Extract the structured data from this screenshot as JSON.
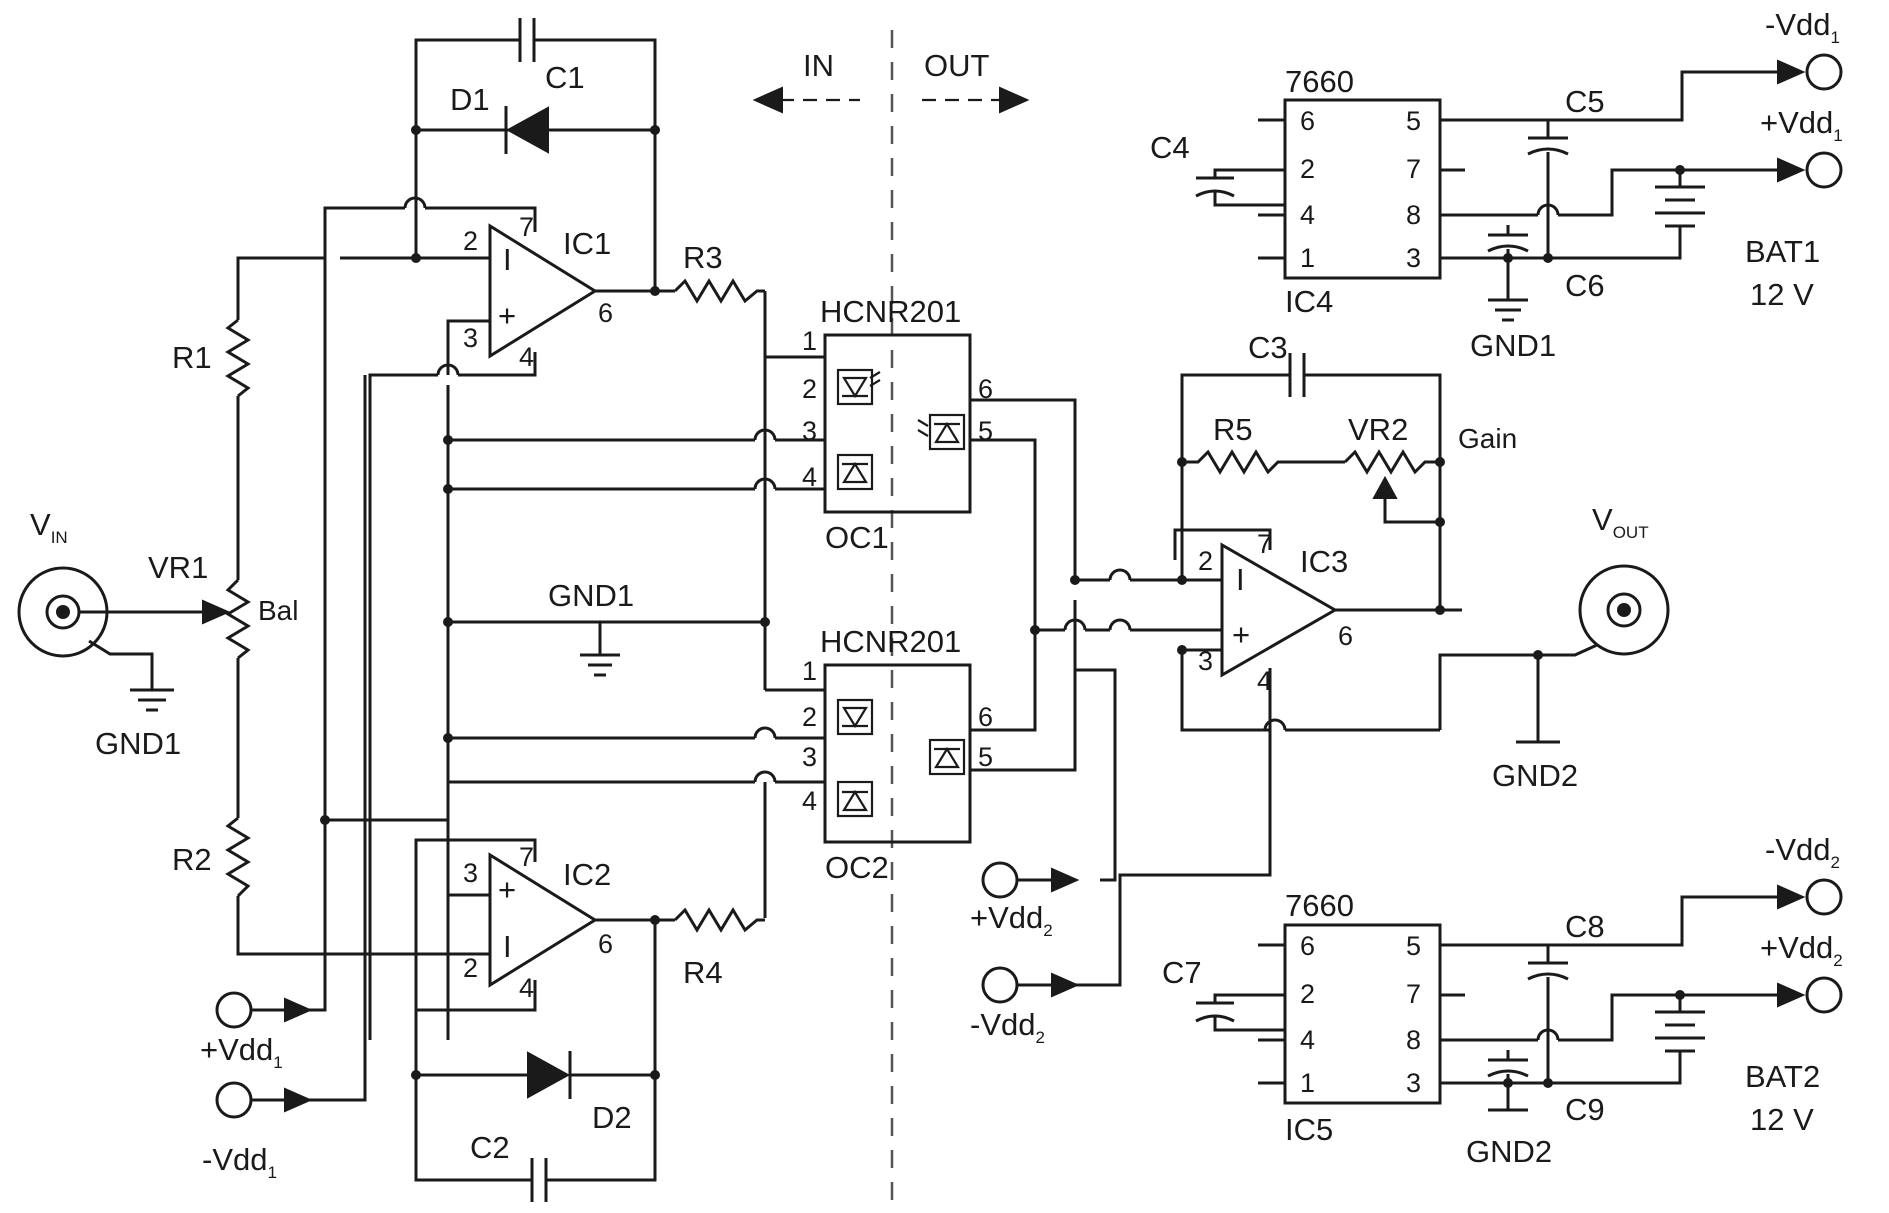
{
  "direction": {
    "in": "IN",
    "out": "OUT"
  },
  "components": {
    "c1": "C1",
    "c2": "C2",
    "c3": "C3",
    "c4": "C4",
    "c5": "C5",
    "c6": "C6",
    "c7": "C7",
    "c8": "C8",
    "c9": "C9",
    "d1": "D1",
    "d2": "D2",
    "r1": "R1",
    "r2": "R2",
    "r3": "R3",
    "r4": "R4",
    "r5": "R5",
    "vr1": "VR1",
    "vr2": "VR2",
    "ic1": "IC1",
    "ic2": "IC2",
    "ic3": "IC3",
    "ic4": "IC4",
    "ic5": "IC5",
    "oc1": "OC1",
    "oc2": "OC2",
    "bat1": "BAT1",
    "bat2": "BAT2"
  },
  "part_numbers": {
    "opto": "HCNR201",
    "converter": "7660"
  },
  "controls": {
    "bal": "Bal",
    "gain": "Gain"
  },
  "grounds": {
    "gnd1": "GND1",
    "gnd2": "GND2"
  },
  "signals": {
    "v": "V",
    "in_sub": "IN",
    "out_sub": "OUT"
  },
  "supplies": {
    "vdd": "Vdd",
    "plus_vdd": "+Vdd",
    "minus_vdd": "-Vdd",
    "idx1": "1",
    "idx2": "2"
  },
  "battery_voltage": "12 V",
  "opamp_pins": {
    "inv": "2",
    "noninv": "3",
    "vplus": "7",
    "vminus": "4",
    "out": "6"
  },
  "opamp_signs": {
    "minus": "I",
    "plus": "+"
  },
  "opto_pins": {
    "p1": "1",
    "p2": "2",
    "p3": "3",
    "p4": "4",
    "p5": "5",
    "p6": "6"
  },
  "converter_pins": {
    "left": [
      "6",
      "2",
      "4",
      "1"
    ],
    "right": [
      "5",
      "7",
      "8",
      "3"
    ]
  }
}
